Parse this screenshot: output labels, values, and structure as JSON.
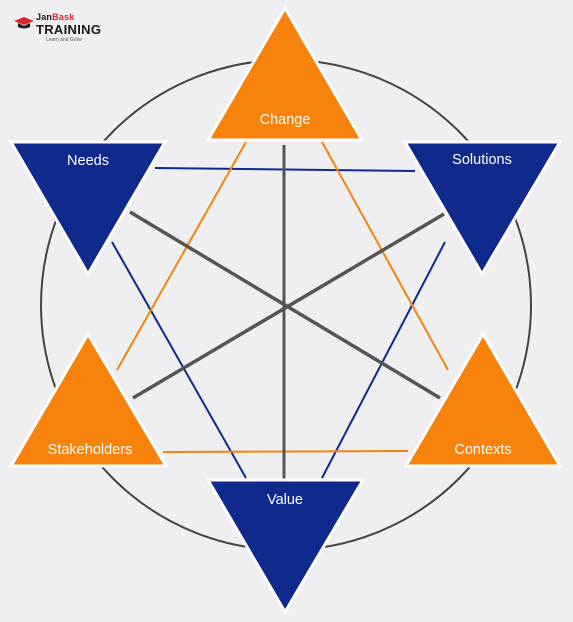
{
  "logo": {
    "brand_part1": "Jan",
    "brand_part2": "Bask",
    "name": "TRAINING",
    "tagline": "Learn and Grow"
  },
  "diagram": {
    "nodes": [
      {
        "id": "change",
        "label": "Change",
        "color": "#f7830c"
      },
      {
        "id": "needs",
        "label": "Needs",
        "color": "#0f2a8c"
      },
      {
        "id": "solutions",
        "label": "Solutions",
        "color": "#0f2a8c"
      },
      {
        "id": "stakeholders",
        "label": "Stakeholders",
        "color": "#f7830c"
      },
      {
        "id": "contexts",
        "label": "Contexts",
        "color": "#f7830c"
      },
      {
        "id": "value",
        "label": "Value",
        "color": "#0f2a8c"
      }
    ],
    "colors": {
      "orange": "#f7830c",
      "navy": "#0f2a8c",
      "gray": "#555555",
      "circle": "#444444"
    }
  }
}
